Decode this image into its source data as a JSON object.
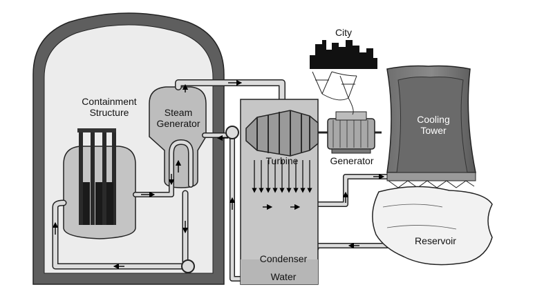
{
  "labels": {
    "containment_line1": "Containment",
    "containment_line2": "Structure",
    "steam_line1": "Steam",
    "steam_line2": "Generator",
    "turbine": "Turbine",
    "generator": "Generator",
    "city": "City",
    "cooling_line1": "Cooling",
    "cooling_line2": "Tower",
    "reservoir": "Reservoir",
    "condenser": "Condenser",
    "water": "Water"
  }
}
